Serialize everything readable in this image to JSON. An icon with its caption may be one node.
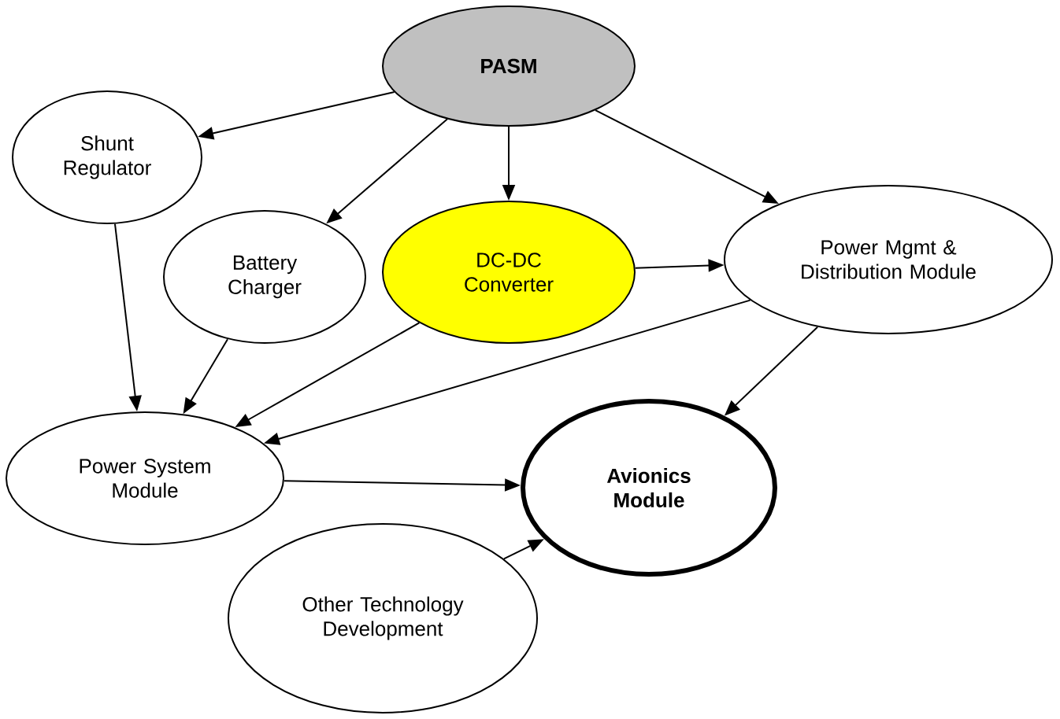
{
  "diagram": {
    "nodes": [
      {
        "text": [
          "PASM"
        ]
      },
      {
        "text": [
          "Shunt Regulator"
        ]
      },
      {
        "text": [
          "Battery Charger"
        ]
      },
      {
        "text": [
          "DC-DC Converter"
        ]
      },
      {
        "text": [
          "Power Mgmt & Distribution Module"
        ]
      },
      {
        "text": [
          "Power System Module"
        ]
      },
      {
        "text": [
          "Avionics Module"
        ]
      },
      {
        "text": [
          "Other Technology Development"
        ]
      }
    ],
    "edges": [
      {
        "from": 0,
        "to": 1,
        "arrow": "to"
      },
      {
        "from": 0,
        "to": 2,
        "arrow": "to"
      },
      {
        "from": 0,
        "to": 3,
        "arrow": "to"
      },
      {
        "from": 0,
        "to": 4,
        "arrow": "to"
      },
      {
        "from": 3,
        "to": 4,
        "arrow": "to"
      },
      {
        "from": 1,
        "to": 5,
        "arrow": "to"
      },
      {
        "from": 2,
        "to": 5,
        "arrow": "to"
      },
      {
        "from": 3,
        "to": 5,
        "arrow": "to"
      },
      {
        "from": 4,
        "to": 5,
        "arrow": "to"
      },
      {
        "from": 4,
        "to": 6,
        "arrow": "to"
      },
      {
        "from": 5,
        "to": 6,
        "arrow": "to"
      },
      {
        "from": 7,
        "to": 6,
        "arrow": "to"
      }
    ]
  }
}
